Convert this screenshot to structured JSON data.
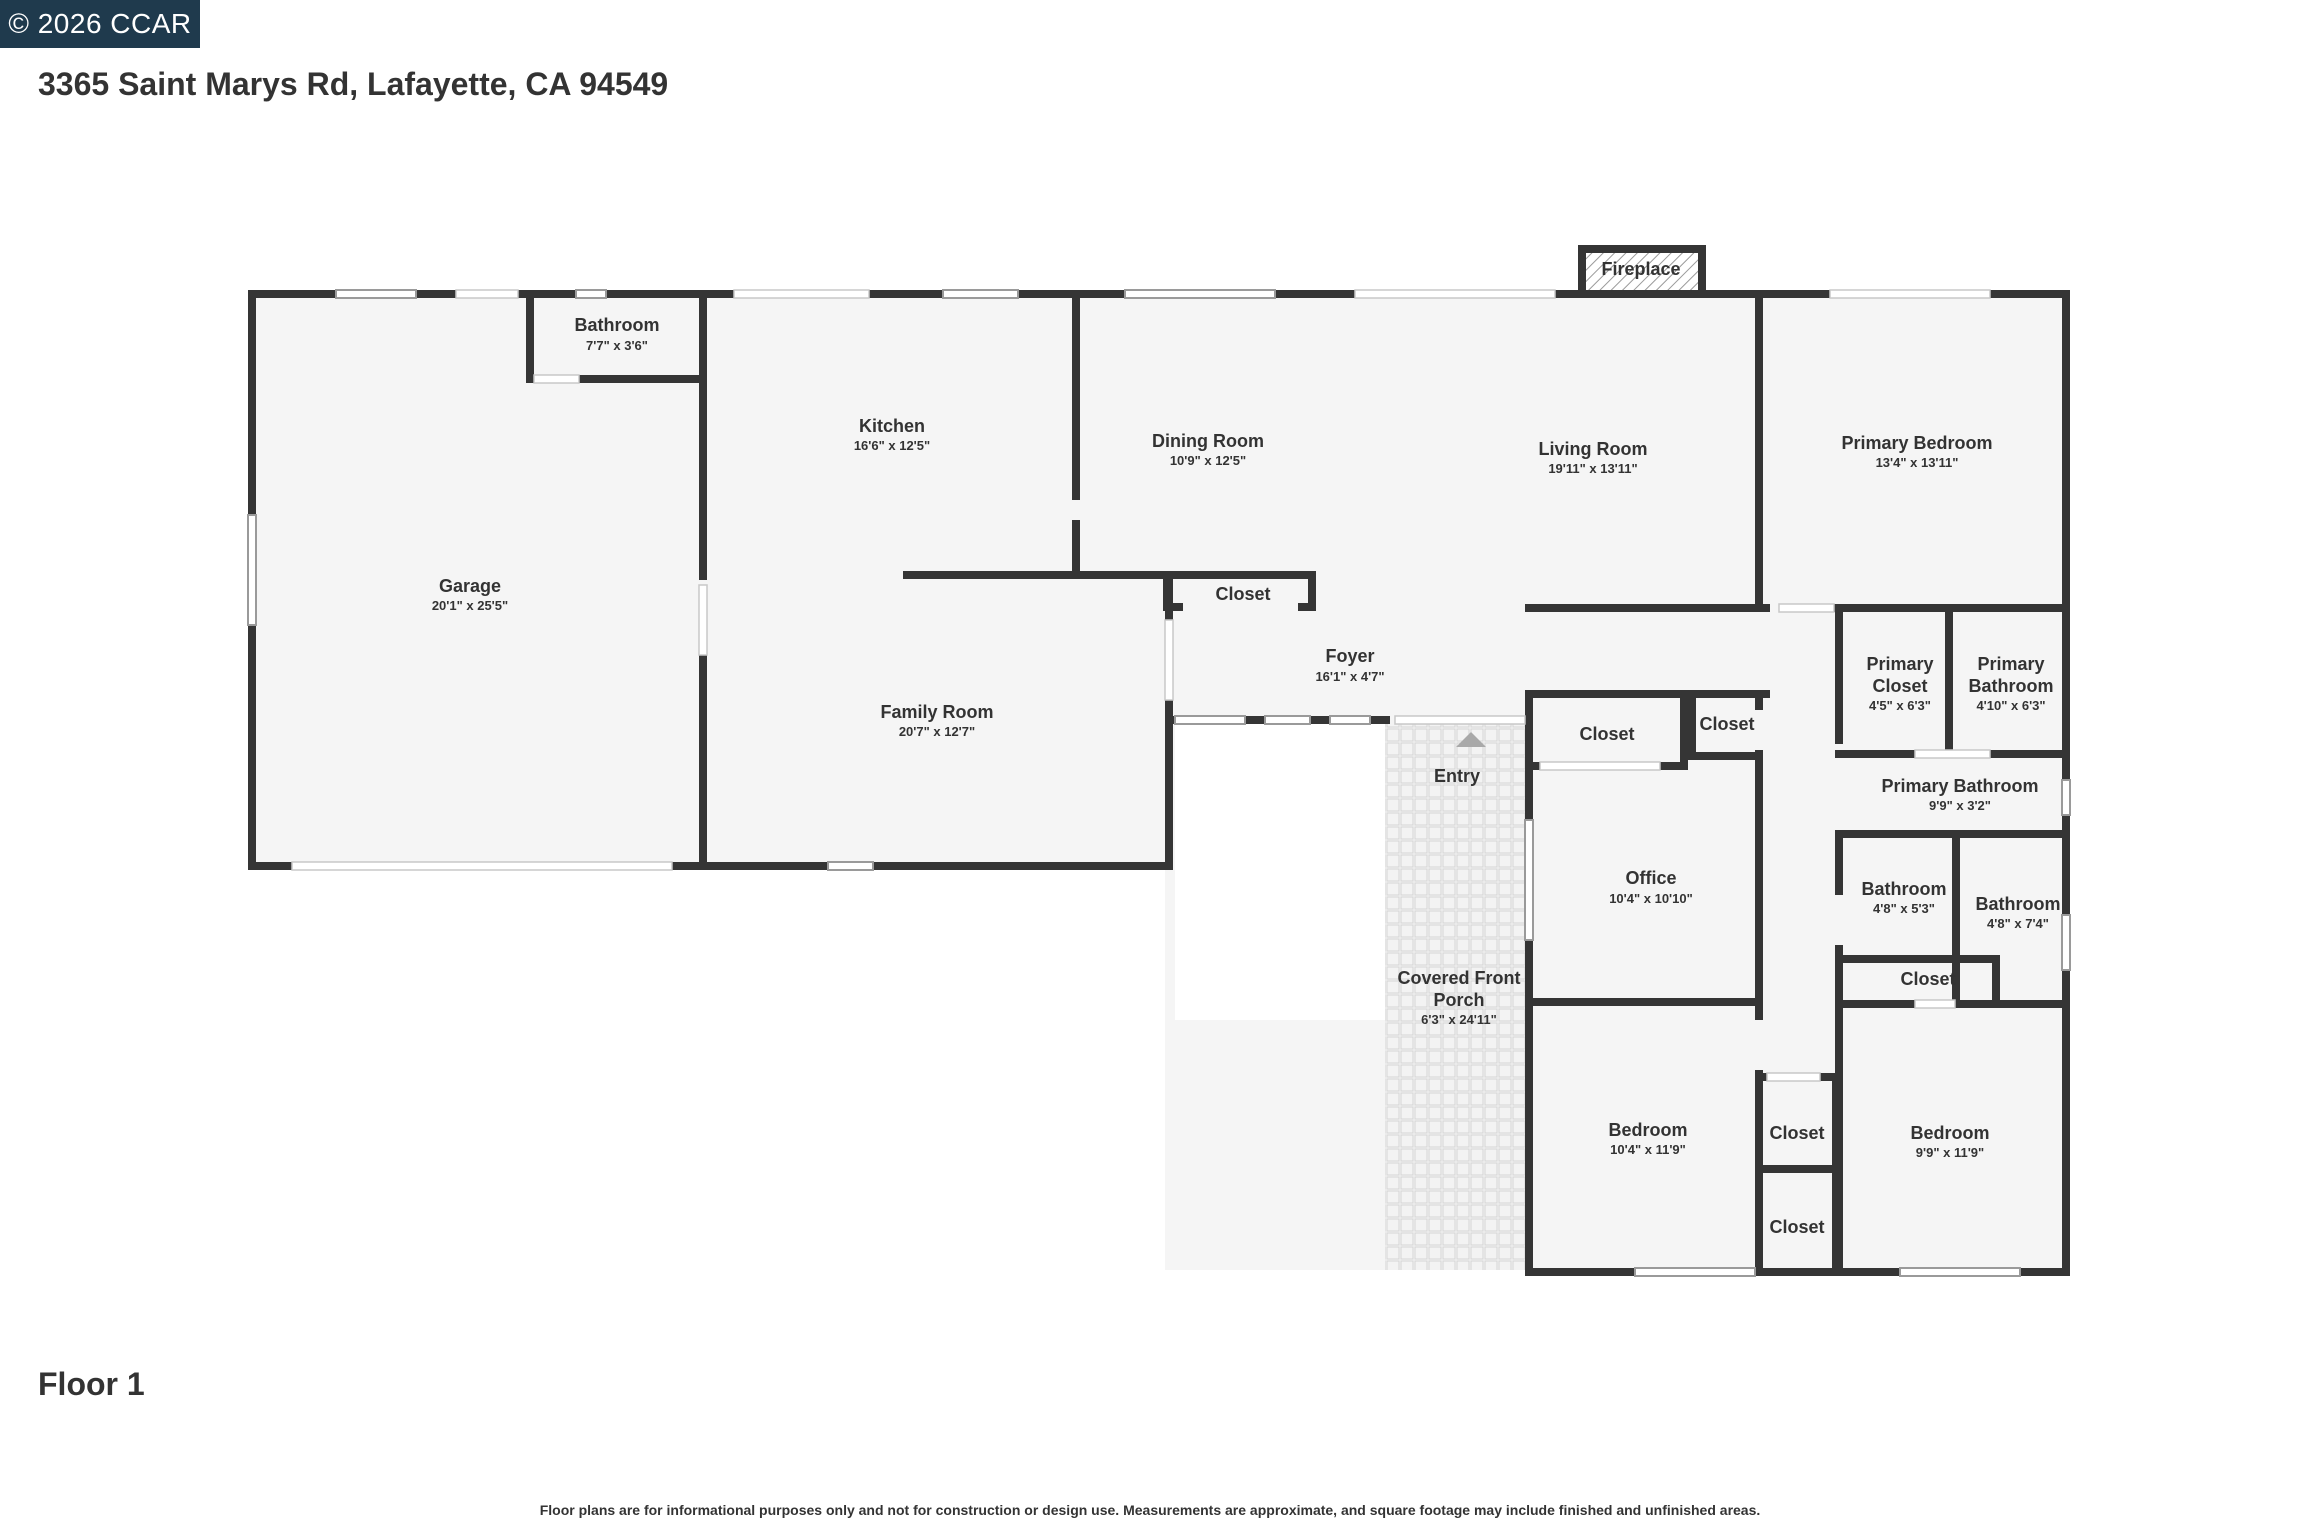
{
  "badge": "© 2026 CCAR",
  "address": "3365 Saint Marys Rd, Lafayette, CA 94549",
  "floor_label": "Floor 1",
  "disclaimer": "Floor plans are for informational purposes only and not for construction or design use. Measurements are approximate, and square footage may include finished and unfinished areas.",
  "rooms": {
    "garage": {
      "name": "Garage",
      "dim": "20'1\" x 25'5\""
    },
    "bathroom_hall": {
      "name": "Bathroom",
      "dim": "7'7\" x 3'6\""
    },
    "kitchen": {
      "name": "Kitchen",
      "dim": "16'6\" x 12'5\""
    },
    "dining": {
      "name": "Dining Room",
      "dim": "10'9\" x 12'5\""
    },
    "living": {
      "name": "Living Room",
      "dim": "19'11\" x 13'11\""
    },
    "fireplace": {
      "name": "Fireplace"
    },
    "primary_bedroom": {
      "name": "Primary Bedroom",
      "dim": "13'4\" x 13'11\""
    },
    "family": {
      "name": "Family Room",
      "dim": "20'7\" x 12'7\""
    },
    "closet_foyer": {
      "name": "Closet"
    },
    "foyer": {
      "name": "Foyer",
      "dim": "16'1\" x 4'7\""
    },
    "entry": {
      "name": "Entry"
    },
    "porch": {
      "name_line1": "Covered Front",
      "name_line2": "Porch",
      "dim": "6'3\" x 24'11\""
    },
    "closet_office_a": {
      "name": "Closet"
    },
    "closet_office_b": {
      "name": "Closet"
    },
    "office": {
      "name": "Office",
      "dim": "10'4\" x 10'10\""
    },
    "primary_closet": {
      "name_line1": "Primary",
      "name_line2": "Closet",
      "dim": "4'5\" x 6'3\""
    },
    "primary_bathroom_small": {
      "name_line1": "Primary",
      "name_line2": "Bathroom",
      "dim": "4'10\" x 6'3\""
    },
    "primary_bathroom": {
      "name": "Primary Bathroom",
      "dim": "9'9\" x 3'2\""
    },
    "bathroom_a": {
      "name": "Bathroom",
      "dim": "4'8\" x 5'3\""
    },
    "bathroom_b": {
      "name": "Bathroom",
      "dim": "4'8\" x 7'4\""
    },
    "closet_bath": {
      "name": "Closet"
    },
    "bedroom_left": {
      "name": "Bedroom",
      "dim": "10'4\" x 11'9\""
    },
    "closet_hall_a": {
      "name": "Closet"
    },
    "closet_hall_b": {
      "name": "Closet"
    },
    "bedroom_right": {
      "name": "Bedroom",
      "dim": "9'9\" x 11'9\""
    }
  },
  "colors": {
    "wall": "#353535",
    "floor": "#f5f5f5",
    "badge": "#1f3a4d"
  }
}
